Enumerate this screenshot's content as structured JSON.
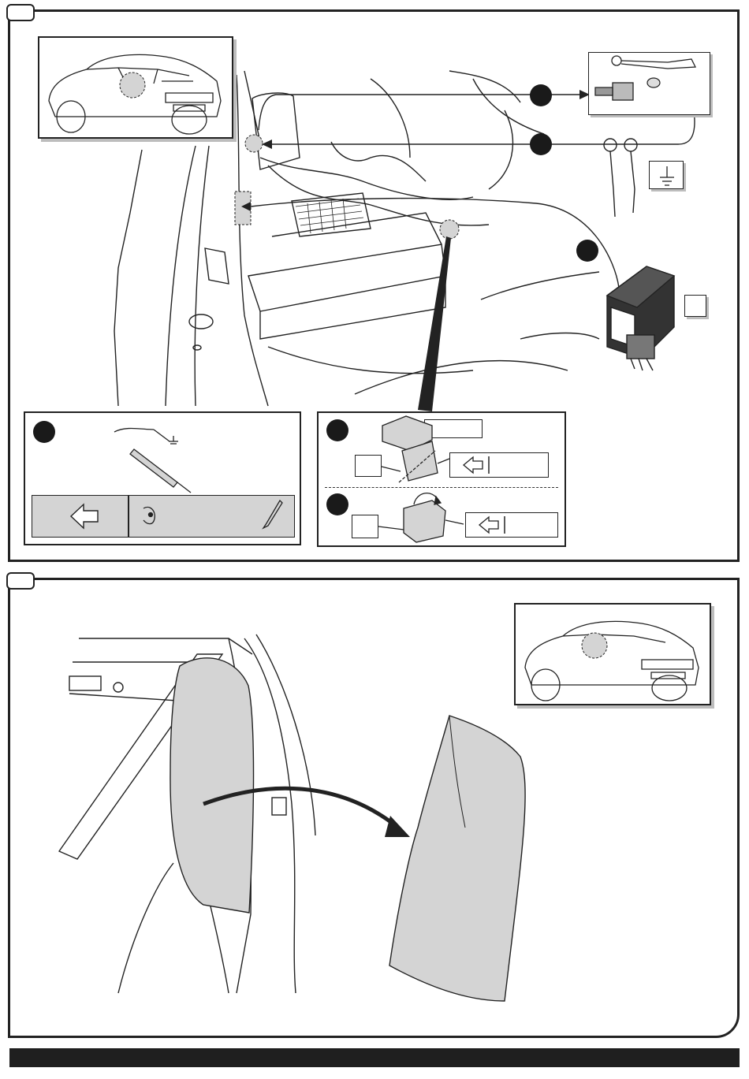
{
  "steps": [
    {
      "id": "step-1"
    },
    {
      "id": "step-2"
    }
  ],
  "icons": {
    "step1": [
      "car-rear-overview",
      "wrench",
      "bolt",
      "nut",
      "ring-terminals",
      "ground-symbol",
      "control-module",
      "test-lamp",
      "arrow-left",
      "eye",
      "pen"
    ],
    "step2": [
      "car-rear-overview",
      "trim-panel",
      "removal-arrow"
    ]
  },
  "colors": {
    "outline": "#222222",
    "shade": "#d4d4d4",
    "badge": "#1a1a1a",
    "footer": "#1f1f1f"
  }
}
